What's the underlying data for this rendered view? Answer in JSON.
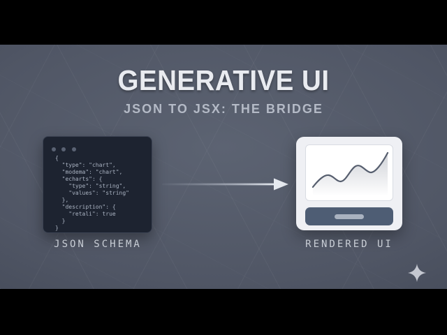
{
  "title": "GENERATIVE UI",
  "subtitle": "JSON TO JSX: THE BRIDGE",
  "schema": {
    "label": "JSON SCHEMA",
    "code_lines": [
      "{",
      "  \"type\": \"chart\",",
      "  \"modema\": \"chart\",",
      "  \"echarts\": {",
      "    \"type\": \"string\",",
      "    \"values\": \"string\"",
      "  },",
      "  \"description\": {",
      "    \"retali\": true",
      "  }",
      "}"
    ]
  },
  "rendered": {
    "label": "RENDERED UI"
  },
  "icons": {
    "window_dots": "window-dots",
    "arrow": "arrow-right-icon",
    "chart_wave": "line-chart-icon",
    "sparkle": "sparkle-icon"
  },
  "colors": {
    "letterbox": "#000000",
    "background_center": "#5c6372",
    "background_edge": "#383e4b",
    "code_window_bg": "#1d2330",
    "code_text": "#a9b2c1",
    "card_bg": "#eff0f4",
    "chart_line": "#565e6e",
    "button_bg": "#4e5d74",
    "button_pill": "#a9b2c0",
    "title": "#e9ebf0",
    "subtitle": "#b4bac6",
    "caption": "#c9ced6",
    "arrow": "#e6eaf0"
  }
}
